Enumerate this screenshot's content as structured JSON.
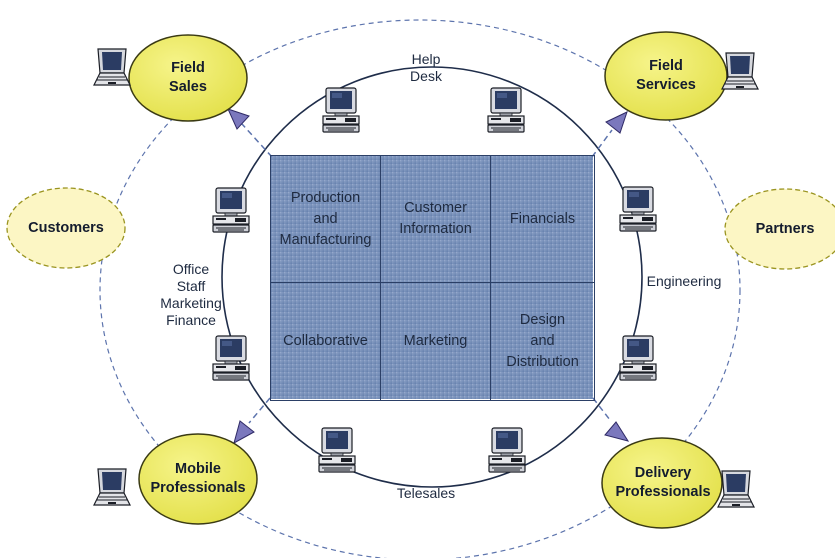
{
  "grid": {
    "cells": [
      "Production\nand\nManufacturing",
      "Customer\nInformation",
      "Financials",
      "Collaborative",
      "Marketing",
      "Design\nand\nDistribution"
    ]
  },
  "ring_labels": {
    "help_desk": "Help\nDesk",
    "office": "Office\nStaff\nMarketing\nFinance",
    "engineering": "Engineering",
    "telesales": "Telesales"
  },
  "nodes": {
    "field_sales": "Field\nSales",
    "field_services": "Field\nServices",
    "mobile_professionals": "Mobile\nProfessionals",
    "delivery_professionals": "Delivery\nProfessionals",
    "customers": "Customers",
    "partners": "Partners"
  },
  "colors": {
    "grid_fill": "#7e95bd",
    "grid_fill_dark": "#5f79a6",
    "primary_node": "#ecea5a",
    "secondary_node": "#fcf6c4",
    "arrowhead": "#7b78bd",
    "line": "#1f2d4a",
    "dashed": "#5d74ad"
  },
  "icons": {
    "desktop": "desktop-computer-icon",
    "laptop": "laptop-icon"
  }
}
